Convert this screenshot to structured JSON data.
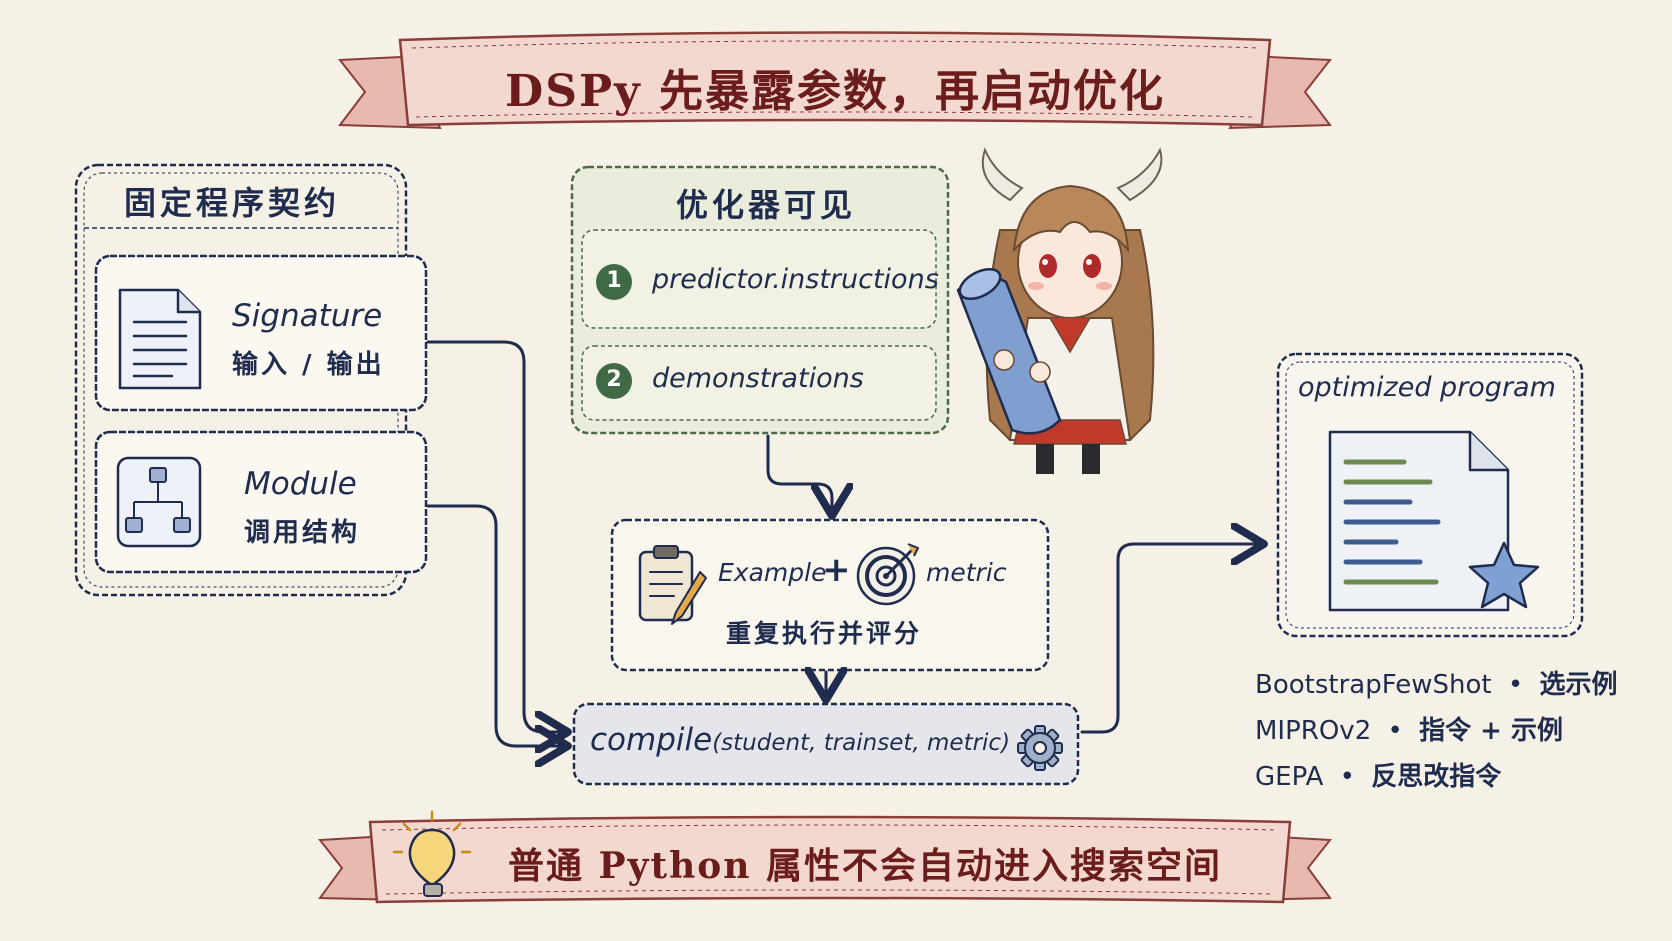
{
  "title": "DSPy 先暴露参数，再启动优化",
  "footer": {
    "text": "普通 Python 属性不会自动进入搜索空间",
    "icon": "lightbulb-icon"
  },
  "fixed_contract": {
    "title": "固定程序契约",
    "signature": {
      "name": "Signature",
      "desc": "输入 / 输出",
      "icon": "document-icon"
    },
    "module": {
      "name": "Module",
      "desc": "调用结构",
      "icon": "hierarchy-icon"
    }
  },
  "visible": {
    "title": "优化器可见",
    "items": [
      {
        "num": "1",
        "label": "predictor.instructions"
      },
      {
        "num": "2",
        "label": "demonstrations"
      }
    ]
  },
  "eval": {
    "example": "Example",
    "plus": "+",
    "metric": "metric",
    "desc": "重复执行并评分",
    "icons": [
      "clipboard-icon",
      "target-icon"
    ]
  },
  "compile": {
    "fn": "compile",
    "args": "(student, trainset, metric)",
    "icon": "gear-icon"
  },
  "output": {
    "title": "optimized program",
    "icon": "star-document-icon"
  },
  "optimizers": [
    {
      "name": "BootstrapFewShot",
      "dot": "•",
      "desc": "选示例"
    },
    {
      "name": "MIPROv2",
      "dot": "•",
      "desc": "指令 + 示例"
    },
    {
      "name": "GEPA",
      "dot": "•",
      "desc": "反思改指令"
    }
  ],
  "colors": {
    "navy": "#1f2c4d",
    "green": "#4a6b45",
    "banner": "#f0cfc6",
    "accent": "#6b1d1d"
  }
}
